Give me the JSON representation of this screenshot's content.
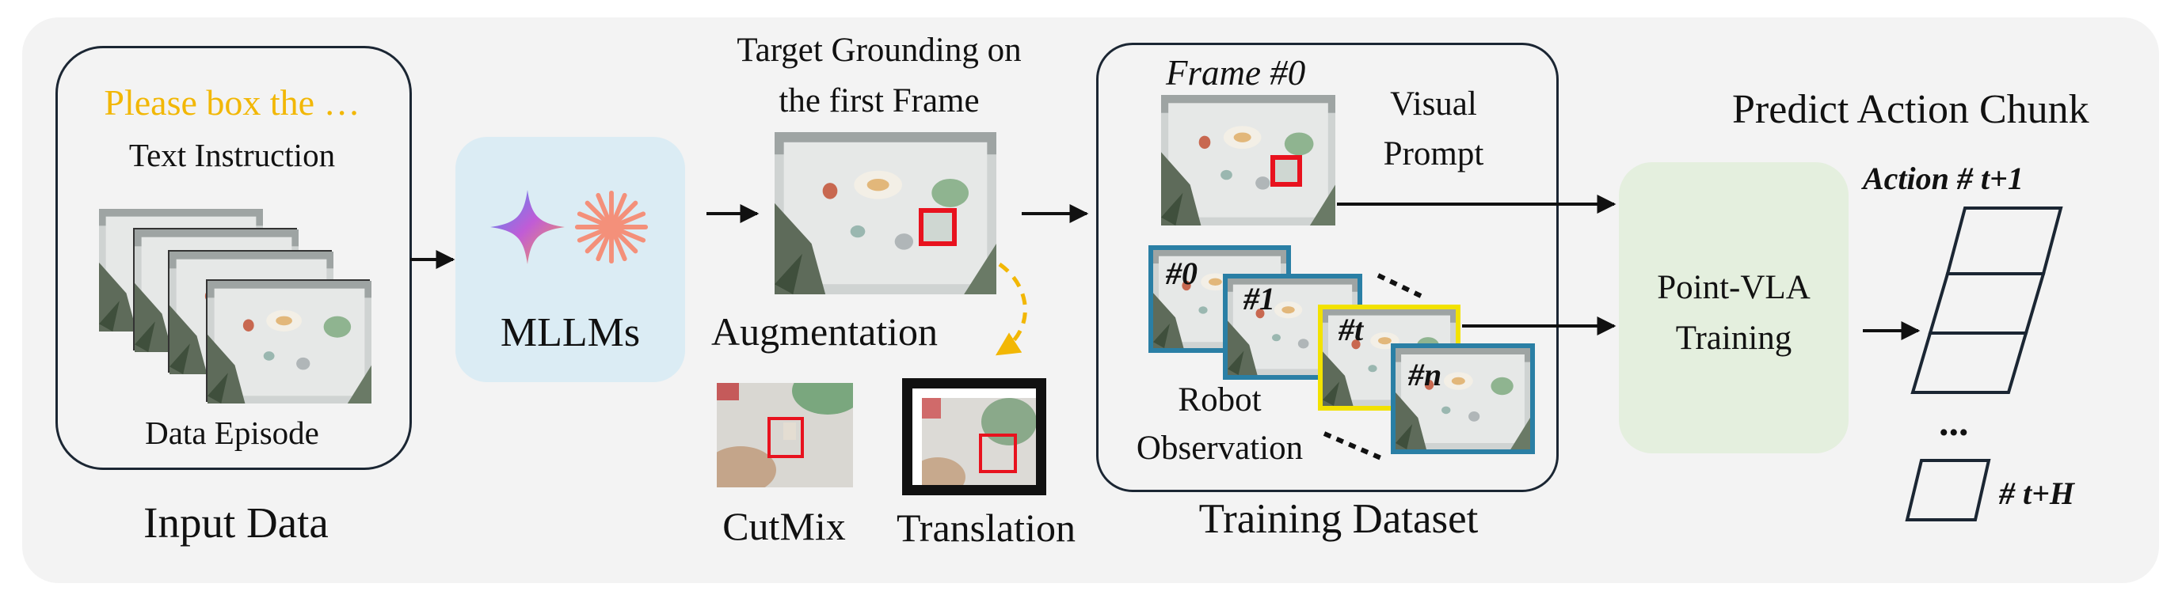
{
  "input_data": {
    "prompt_text": "Please box the …",
    "text_instruction": "Text Instruction",
    "data_episode": "Data Episode",
    "caption": "Input Data"
  },
  "mllms": {
    "label": "MLLMs"
  },
  "grounding": {
    "title_line1": "Target Grounding on",
    "title_line2": "the first Frame",
    "augmentation": "Augmentation",
    "cutmix": "CutMix",
    "translation": "Translation"
  },
  "training_dataset": {
    "frame_label": "Frame #0",
    "visual_prompt_line1": "Visual",
    "visual_prompt_line2": "Prompt",
    "frame_tags": [
      "#0",
      "#1",
      "#t",
      "#n"
    ],
    "robot_line1": "Robot",
    "robot_line2": "Observation",
    "caption": "Training Dataset"
  },
  "training": {
    "line1": "Point-VLA",
    "line2": "Training"
  },
  "action_chunk": {
    "title": "Predict Action Chunk",
    "first_label": "Action # t+1",
    "ellipsis": "...",
    "last_label": "# t+H"
  },
  "colors": {
    "panel_bg": "#f3f3f3",
    "prompt_yellow": "#f2b705",
    "mllm_box": "#dbecf4",
    "training_box": "#e4efde",
    "frame_blue": "#2a7fa5",
    "frame_yellow": "#f2e200",
    "target_red": "#e8121e",
    "dashed_arrow": "#f2b705"
  }
}
